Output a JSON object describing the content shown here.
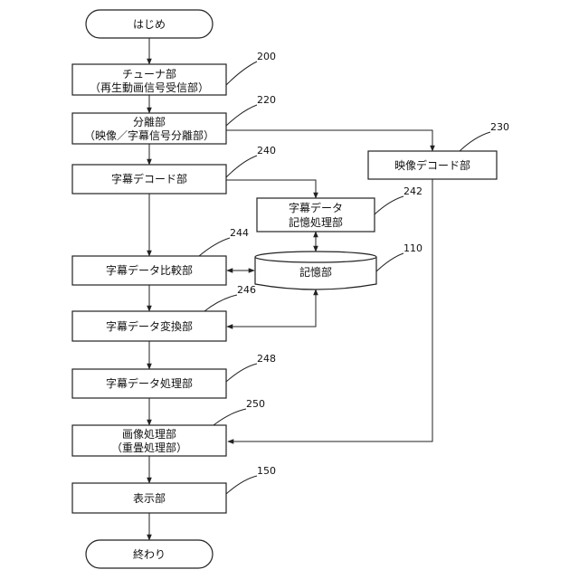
{
  "nodes": [
    {
      "id": "start",
      "lines": [
        "はじめ"
      ],
      "ref": ""
    },
    {
      "id": "tuner",
      "lines": [
        "チューナ部",
        "（再生動画信号受信部）"
      ],
      "ref": "200"
    },
    {
      "id": "separator",
      "lines": [
        "分離部",
        "（映像／字幕信号分離部）"
      ],
      "ref": "220"
    },
    {
      "id": "subtitle-decode",
      "lines": [
        "字幕デコード部"
      ],
      "ref": "240"
    },
    {
      "id": "video-decode",
      "lines": [
        "映像デコード部"
      ],
      "ref": "230"
    },
    {
      "id": "subtitle-store",
      "lines": [
        "字幕データ",
        "記憶処理部"
      ],
      "ref": "242"
    },
    {
      "id": "storage",
      "lines": [
        "記憶部"
      ],
      "ref": "110"
    },
    {
      "id": "subtitle-compare",
      "lines": [
        "字幕データ比較部"
      ],
      "ref": "244"
    },
    {
      "id": "subtitle-convert",
      "lines": [
        "字幕データ変換部"
      ],
      "ref": "246"
    },
    {
      "id": "subtitle-process",
      "lines": [
        "字幕データ処理部"
      ],
      "ref": "248"
    },
    {
      "id": "image-process",
      "lines": [
        "画像処理部",
        "（重畳処理部）"
      ],
      "ref": "250"
    },
    {
      "id": "display",
      "lines": [
        "表示部"
      ],
      "ref": "150"
    },
    {
      "id": "end",
      "lines": [
        "終わり"
      ],
      "ref": ""
    }
  ]
}
